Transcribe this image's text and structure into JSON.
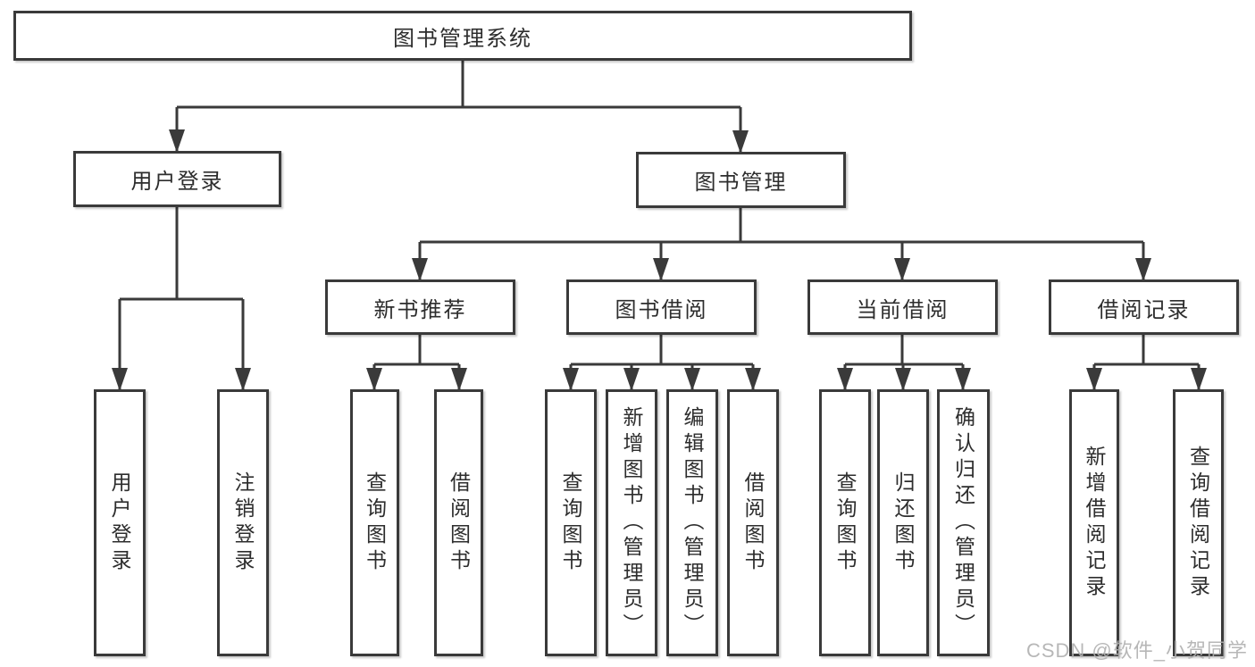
{
  "diagram": {
    "root": {
      "label": "图书管理系统"
    },
    "level2": [
      {
        "label": "用户登录"
      },
      {
        "label": "图书管理"
      }
    ],
    "level3": [
      {
        "label": "新书推荐"
      },
      {
        "label": "图书借阅"
      },
      {
        "label": "当前借阅"
      },
      {
        "label": "借阅记录"
      }
    ],
    "children": {
      "user_login": [
        {
          "label": "用户登录"
        },
        {
          "label": "注销登录"
        }
      ],
      "new_book_recommend": [
        {
          "label": "查询图书"
        },
        {
          "label": "借阅图书"
        }
      ],
      "book_borrow": [
        {
          "label": "查询图书"
        },
        {
          "label": "新增图书（管理员）"
        },
        {
          "label": "编辑图书（管理员）"
        },
        {
          "label": "借阅图书"
        }
      ],
      "current_borrow": [
        {
          "label": "查询图书"
        },
        {
          "label": "归还图书"
        },
        {
          "label": "确认归还（管理员）"
        }
      ],
      "borrow_record": [
        {
          "label": "新增借阅记录"
        },
        {
          "label": "查询借阅记录"
        }
      ]
    },
    "watermark": "CSDN @软件_小贺同学",
    "colors": {
      "line": "#3a3a3a",
      "text": "#2d2d2d",
      "box_background": "#ffffff",
      "page_background": "#ffffff",
      "watermark": "#b0b0b0"
    }
  }
}
